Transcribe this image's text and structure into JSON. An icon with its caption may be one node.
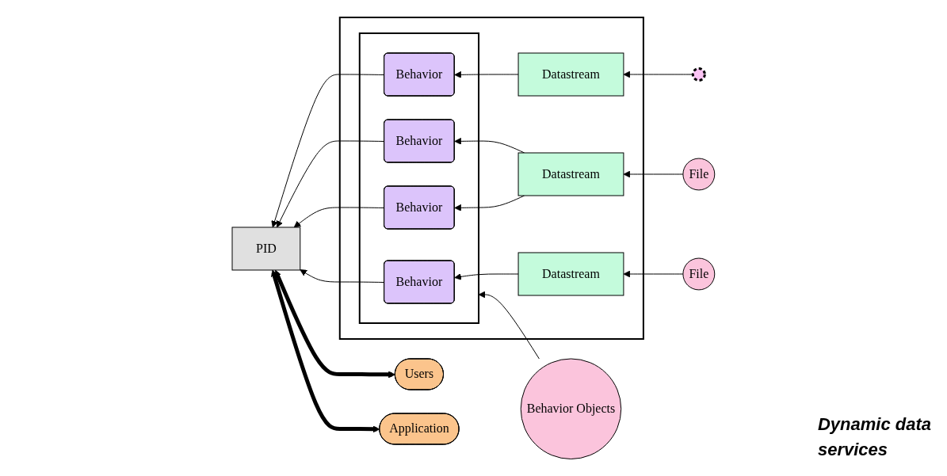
{
  "diagram": {
    "nodes": [
      {
        "text": [],
        "shape": "box"
      },
      {
        "text": [],
        "shape": "box",
        "in": 0
      },
      {
        "text": [
          "Behavior"
        ],
        "in": 1
      },
      {
        "text": [
          "Behavior"
        ],
        "in": 1
      },
      {
        "text": [
          "Behavior"
        ],
        "in": 1
      },
      {
        "text": [
          "Behavior"
        ],
        "in": 1
      },
      {
        "text": [
          "Datastream"
        ],
        "in": 0
      },
      {
        "text": [
          "Datastream"
        ],
        "in": 0
      },
      {
        "text": [
          "Datastream"
        ],
        "in": 0
      },
      {
        "text": [
          "File"
        ]
      },
      {
        "text": [
          "File"
        ]
      },
      {
        "text": [],
        "shape": "circle"
      },
      {
        "text": [
          "PID"
        ]
      },
      {
        "text": [
          "Users"
        ]
      },
      {
        "text": [
          "Application"
        ]
      },
      {
        "text": [
          "Behavior Objects"
        ]
      }
    ],
    "edges": [
      {
        "from": 9,
        "to": 6,
        "arrow": "to"
      },
      {
        "from": 10,
        "to": 7,
        "arrow": "to"
      },
      {
        "from": 11,
        "to": 8,
        "arrow": "to"
      },
      {
        "from": 6,
        "to": 2,
        "arrow": "to"
      },
      {
        "from": 7,
        "to": 3,
        "arrow": "to"
      },
      {
        "from": 7,
        "to": 4,
        "arrow": "to"
      },
      {
        "from": 8,
        "to": 5,
        "arrow": "to"
      },
      {
        "from": 2,
        "to": 12,
        "arrow": "to"
      },
      {
        "from": 3,
        "to": 12,
        "arrow": "to"
      },
      {
        "from": 4,
        "to": 12,
        "arrow": "to"
      },
      {
        "from": 5,
        "to": 12,
        "arrow": "to"
      },
      {
        "from": 13,
        "to": 12,
        "arrow": "both",
        "style": "thick"
      },
      {
        "from": 14,
        "to": 12,
        "arrow": "both",
        "style": "thick"
      },
      {
        "from": 15,
        "to": 1,
        "arrow": "to"
      }
    ],
    "labels": [
      "Dynamic data",
      "services"
    ]
  }
}
